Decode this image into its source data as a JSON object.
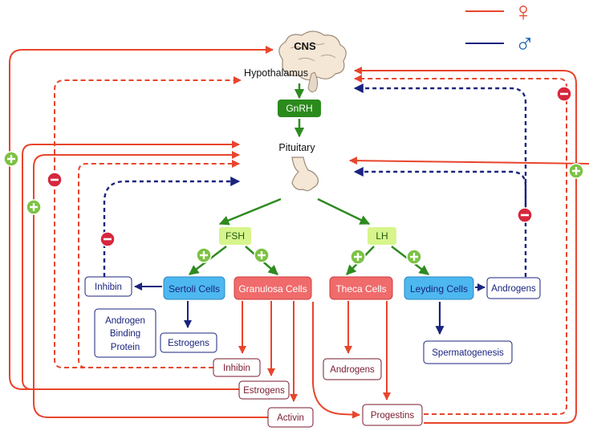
{
  "legend": {
    "female_symbol": "♀",
    "male_symbol": "♂"
  },
  "colors": {
    "female": "#e8452c",
    "male": "#1a237e",
    "stimulation": "#2e8b1f",
    "positive_badge": "#7cc243",
    "negative_badge": "#d7263d",
    "hormone_fill": "#d7f58c",
    "gnrh_fill": "#2b8a1c",
    "male_cell_fill": "#4db8ef",
    "female_cell_fill": "#f06b6b",
    "male_text": "#1a237e",
    "female_text": "#7a1a2e"
  },
  "icons": {
    "brain": "brain-icon",
    "pituitary": "pituitary-gland-icon",
    "plus": "plus-badge-icon",
    "minus": "minus-badge-icon"
  },
  "nodes": {
    "cns": "CNS",
    "hypothalamus": "Hypothalamus",
    "gnrh": "GnRH",
    "pituitary": "Pituitary",
    "fsh": "FSH",
    "lh": "LH",
    "sertoli": "Sertoli Cells",
    "granulosa": "Granulosa Cells",
    "theca": "Theca Cells",
    "leydig": "Leyding Cells",
    "inhibin_male": "Inhibin",
    "abp_line1": "Androgen",
    "abp_line2": "Binding",
    "abp_line3": "Protein",
    "estrogens_male": "Estrogens",
    "androgens_male": "Androgens",
    "spermatogenesis": "Spermatogenesis",
    "inhibin_female": "Inhibin",
    "estrogens_female": "Estrogens",
    "activin": "Activin",
    "androgens_female": "Androgens",
    "progestins": "Progestins"
  }
}
